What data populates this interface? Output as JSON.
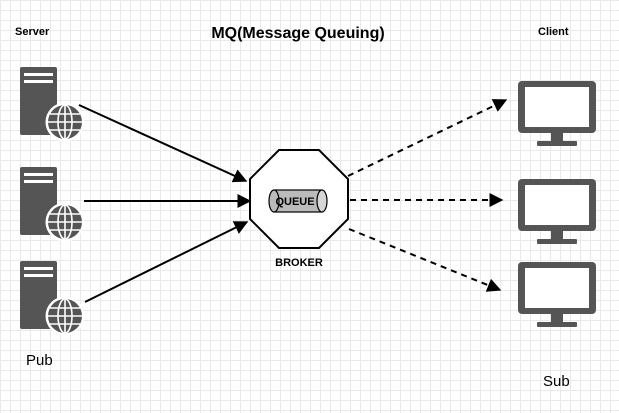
{
  "diagram": {
    "title": "MQ(Message Queuing)",
    "server_header": "Server",
    "client_header": "Client",
    "publisher_label": "Pub",
    "subscriber_label": "Sub",
    "broker_label": "BROKER",
    "queue_label": "QUEUE",
    "servers": [
      {
        "icon": "server-globe-icon"
      },
      {
        "icon": "server-globe-icon"
      },
      {
        "icon": "server-globe-icon"
      }
    ],
    "clients": [
      {
        "icon": "monitor-icon"
      },
      {
        "icon": "monitor-icon"
      },
      {
        "icon": "monitor-icon"
      }
    ],
    "colors": {
      "icon_fill": "#555555",
      "stroke": "#000000",
      "queue_fill": "#bbbbbb"
    }
  }
}
